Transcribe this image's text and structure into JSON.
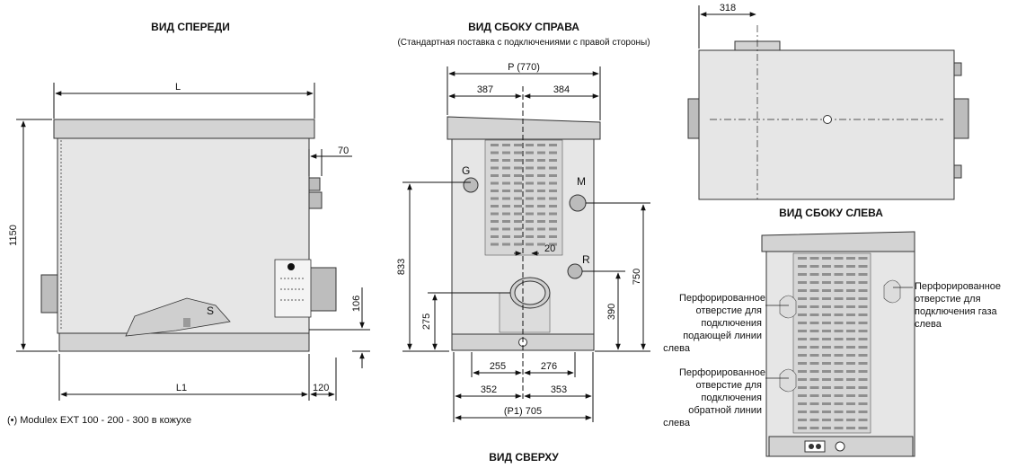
{
  "views": {
    "front": "ВИД СПЕРЕДИ",
    "right": "ВИД СБОКУ СПРАВА",
    "right_sub": "(Стандартная поставка с подключениями с правой стороны)",
    "left": "ВИД СБОКУ СЛЕВА",
    "top": "ВИД СВЕРХУ"
  },
  "front_dims": {
    "L": "L",
    "L1": "L1",
    "h": "1150",
    "d70": "70",
    "d106": "106",
    "d120": "120",
    "S": "S"
  },
  "side_dims": {
    "P": "P (770)",
    "w387": "387",
    "w384": "384",
    "G": "G",
    "M": "M",
    "R": "R",
    "h833": "833",
    "h275": "275",
    "h750": "750",
    "h390": "390",
    "d20": "20",
    "w255": "255",
    "w276": "276",
    "w352": "352",
    "w353": "353",
    "P1": "(P1) 705"
  },
  "top_view_dims": {
    "d318": "318"
  },
  "footnote": "(•) Modulex EXT 100 - 200 - 300 в кожухе",
  "callouts": {
    "supply": [
      "Перфорированное",
      "отверстие для",
      "подключения",
      "подающей линии",
      "слева"
    ],
    "return": [
      "Перфорированное",
      "отверстие для",
      "подключения",
      "обратной линии",
      "слева"
    ],
    "gas": [
      "Перфорированное",
      "отверстие для",
      "подключения газа",
      "слева"
    ]
  }
}
